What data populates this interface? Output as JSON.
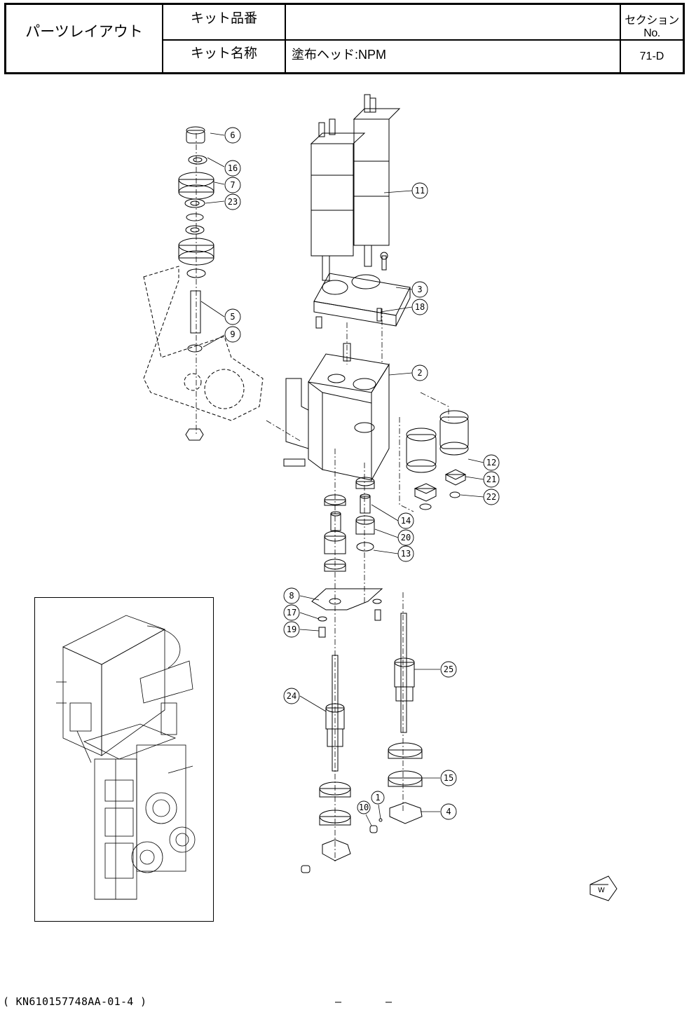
{
  "header": {
    "title": "パーツレイアウト",
    "kit_number_label": "キット品番",
    "kit_number_value": "",
    "kit_name_label": "キット名称",
    "kit_name_value": "塗布ヘッド:NPM",
    "section_label": "セクションNo.",
    "section_value": "71-D"
  },
  "callouts": [
    "6",
    "16",
    "7",
    "23",
    "5",
    "9",
    "11",
    "3",
    "18",
    "2",
    "12",
    "21",
    "22",
    "14",
    "20",
    "13",
    "8",
    "17",
    "19",
    "25",
    "24",
    "15",
    "4",
    "1",
    "10"
  ],
  "direction_marker": "W",
  "footer": {
    "code": "( KN610157748AA-01-4 )",
    "dash_left": "–",
    "dash_right": "–"
  }
}
